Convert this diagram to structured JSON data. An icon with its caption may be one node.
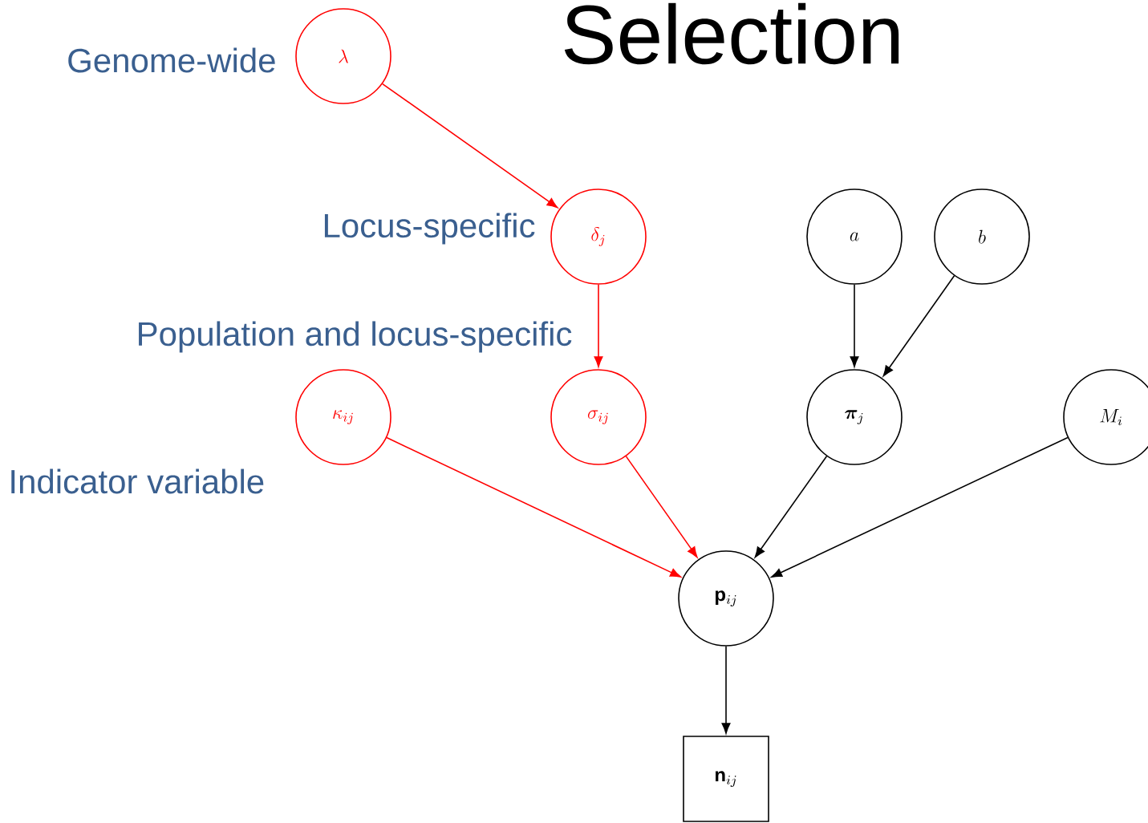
{
  "diagram": {
    "title": "Selection",
    "nodes": [
      {
        "text": [
          "\\lambda"
        ]
      },
      {
        "text": [
          "\\delta_j"
        ]
      },
      {
        "text": [
          "a"
        ]
      },
      {
        "text": [
          "b"
        ]
      },
      {
        "text": [
          "\\kappa_{ij}"
        ]
      },
      {
        "text": [
          "\\sigma_{ij}"
        ]
      },
      {
        "text": [
          "\\boldsymbol{\\pi}_j"
        ]
      },
      {
        "text": [
          "M_i"
        ]
      },
      {
        "text": [
          "\\mathbf{p}_{ij}"
        ]
      },
      {
        "text": [
          "\\mathbf{n}_{ij}"
        ]
      }
    ],
    "edges": [
      {
        "from": 0,
        "to": 1,
        "arrow": "to",
        "color": "#ff0000"
      },
      {
        "from": 1,
        "to": 5,
        "arrow": "to",
        "color": "#ff0000"
      },
      {
        "from": 2,
        "to": 6,
        "arrow": "to"
      },
      {
        "from": 3,
        "to": 6,
        "arrow": "to"
      },
      {
        "from": 4,
        "to": 8,
        "arrow": "to",
        "color": "#ff0000"
      },
      {
        "from": 5,
        "to": 8,
        "arrow": "to",
        "color": "#ff0000"
      },
      {
        "from": 6,
        "to": 8,
        "arrow": "to"
      },
      {
        "from": 7,
        "to": 8,
        "arrow": "to"
      },
      {
        "from": 8,
        "to": 9,
        "arrow": "to"
      }
    ],
    "labels": [
      "Genome-wide",
      "Locus-specific",
      "Population and locus-specific",
      "Indicator variable"
    ]
  }
}
